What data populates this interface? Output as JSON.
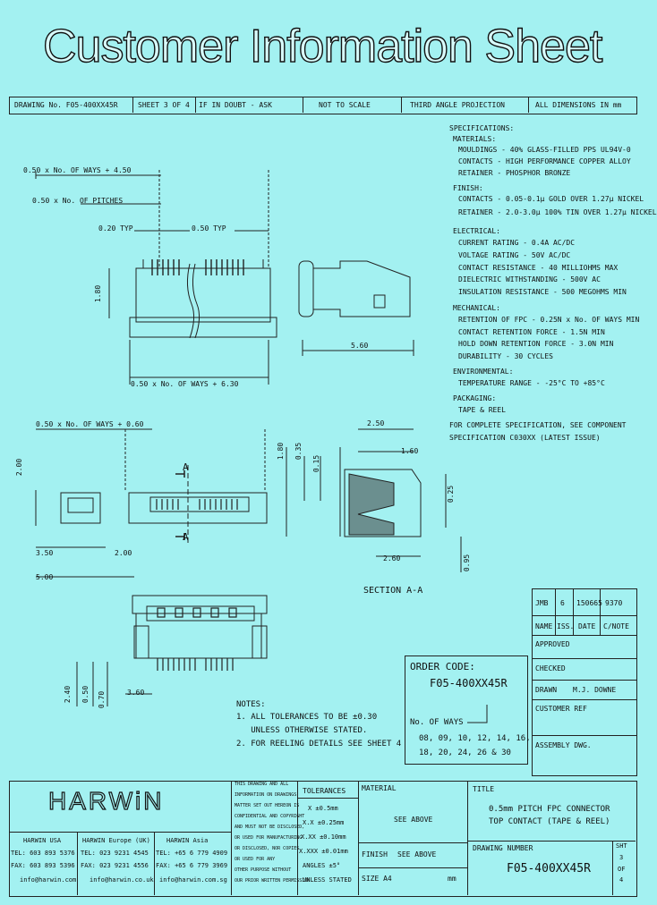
{
  "title": "Customer Information Sheet",
  "header_row": {
    "drawing_no": "DRAWING No. F05-400XX45R",
    "sheet": "SHEET 3 OF 4",
    "doubt": "IF IN DOUBT - ASK",
    "scale": "NOT TO SCALE",
    "projection": "THIRD ANGLE PROJECTION",
    "dimensions": "ALL DIMENSIONS IN mm"
  },
  "specifications": {
    "heading": "SPECIFICATIONS:",
    "material_heading": "MATERIALS:",
    "material_lines": [
      "MOULDINGS - 40% GLASS-FILLED PPS UL94V-0",
      "CONTACTS - HIGH PERFORMANCE COPPER ALLOY",
      "RETAINER - PHOSPHOR BRONZE"
    ],
    "finish_heading": "FINISH:",
    "finish_lines": [
      "CONTACTS - 0.05-0.1μ GOLD OVER 1.27μ NICKEL",
      "RETAINER - 2.0-3.0μ 100% TIN OVER 1.27μ NICKEL"
    ],
    "electrical_heading": "ELECTRICAL:",
    "electrical_lines": [
      "CURRENT RATING - 0.4A AC/DC",
      "VOLTAGE RATING - 50V AC/DC",
      "CONTACT RESISTANCE - 40 MILLIOHMS MAX",
      "DIELECTRIC WITHSTANDING - 500V AC",
      "INSULATION RESISTANCE - 500 MEGOHMS MIN"
    ],
    "mechanical_heading": "MECHANICAL:",
    "mechanical_lines": [
      "RETENTION OF FPC - 0.25N x No. OF WAYS MIN",
      "CONTACT RETENTION FORCE - 1.5N MIN",
      "HOLD DOWN RETENTION FORCE - 3.0N MIN",
      "DURABILITY - 30 CYCLES"
    ],
    "environmental_heading": "ENVIRONMENTAL:",
    "environmental_lines": [
      "TEMPERATURE RANGE - -25°C TO +85°C"
    ],
    "packaging_heading": "PACKAGING:",
    "packaging_lines": [
      "TAPE & REEL"
    ],
    "note_lines": [
      "FOR COMPLETE SPECIFICATION, SEE COMPONENT",
      "SPECIFICATION C030XX (LATEST ISSUE)"
    ]
  },
  "dims": {
    "top_a": "0.50 x No. OF WAYS + 4.50",
    "top_b": "0.50 x No. OF PITCHES",
    "typ_a": "0.20 TYP",
    "typ_b": "0.50 TYP",
    "height_a": "1.80",
    "side_len": "5.60",
    "bottom_a": "0.50 x No. OF WAYS + 6.30",
    "mid_a": "0.50 x No. OF WAYS + 0.60",
    "v_200": "2.00",
    "h_350": "3.50",
    "h_200": "2.00",
    "h_500": "5.00",
    "sec_250": "2.50",
    "sec_180": "1.80",
    "sec_035": "0.35",
    "sec_015": "0.15",
    "sec_160": "1.60",
    "sec_025": "0.25",
    "sec_260": "2.60",
    "sec_095": "0.95",
    "section_label": "SECTION A-A",
    "arrow_a": "A",
    "foot_240": "2.40",
    "foot_050": "0.50",
    "foot_070": "0.70",
    "foot_360": "3.60"
  },
  "notes": {
    "heading": "NOTES:",
    "lines": [
      "1. ALL TOLERANCES TO BE ±0.30",
      "   UNLESS OTHERWISE STATED.",
      "2. FOR REELING DETAILS SEE SHEET 4"
    ]
  },
  "order": {
    "heading": "ORDER CODE:",
    "code": "F05-400XX45R",
    "ways_label": "No. OF WAYS",
    "ways_line1": "08, 09, 10, 12, 14, 16,",
    "ways_line2": "18, 20, 24, 26 & 30"
  },
  "revision": {
    "values": [
      "JMB",
      "6",
      "150665",
      "9370"
    ],
    "headers": [
      "NAME",
      "ISS.",
      "DATE",
      "C/NOTE"
    ],
    "approved": "APPROVED",
    "checked": "CHECKED",
    "drawn_label": "DRAWN",
    "drawn_value": "M.J. DOWNE",
    "customer_ref": "CUSTOMER REF",
    "assembly_dwg": "ASSEMBLY DWG."
  },
  "footer": {
    "logo": "HARWiN",
    "confidential": [
      "THIS DRAWING AND ALL",
      "INFORMATION ON DRAWINGS",
      "MATTER SET OUT HEREON IS",
      "CONFIDENTIAL AND COPYRIGHT",
      "AND MUST NOT BE DISCLOSED,",
      "OR USED FOR MANUFACTURING",
      "OR DISCLOSED, NOR COPIES",
      "OR USED FOR ANY",
      "OTHER PURPOSE WITHOUT",
      "OUR PRIOR WRITTEN PERMISSION"
    ],
    "tol_heading": "TOLERANCES",
    "tol_lines": [
      "X  ±0.5mm",
      "X.X  ±0.25mm",
      "X.XX  ±0.10mm",
      "X.XXX  ±0.01mm",
      "ANGLES  ±5°",
      "UNLESS STATED"
    ],
    "material_label": "MATERIAL",
    "material_value": "SEE ABOVE",
    "finish_label": "FINISH",
    "finish_value": "SEE ABOVE",
    "size": "SIZE A4",
    "unit": "mm",
    "title_label": "TITLE",
    "title_line1": "0.5mm PITCH FPC CONNECTOR",
    "title_line2": "TOP CONTACT (TAPE & REEL)",
    "drawing_label": "DRAWING NUMBER",
    "drawing_number": "F05-400XX45R",
    "sht_label": "SHT",
    "sht_value": "3",
    "of_label": "OF",
    "of_value": "4",
    "usa": [
      "HARWIN USA",
      "TEL: 603 893 5376",
      "FAX: 603 893 5396",
      "info@harwin.com"
    ],
    "europe": [
      "HARWIN Europe (UK)",
      "TEL: 023 9231 4545",
      "FAX: 023 9231 4556",
      "info@harwin.co.uk"
    ],
    "asia": [
      "HARWIN Asia",
      "TEL: +65 6 779 4909",
      "FAX: +65 6 779 3969",
      "info@harwin.com.sg"
    ]
  },
  "colors": {
    "background": "#a3f1f1",
    "line": "#222222"
  }
}
